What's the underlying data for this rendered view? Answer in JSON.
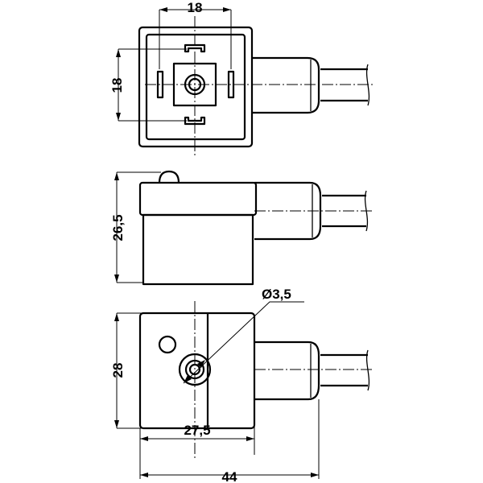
{
  "dimensions": {
    "top_width": "18",
    "top_height": "18",
    "side_height": "26,5",
    "hole_diameter": "Ø3,5",
    "front_height": "28",
    "front_width": "27,5",
    "overall_length": "44"
  }
}
